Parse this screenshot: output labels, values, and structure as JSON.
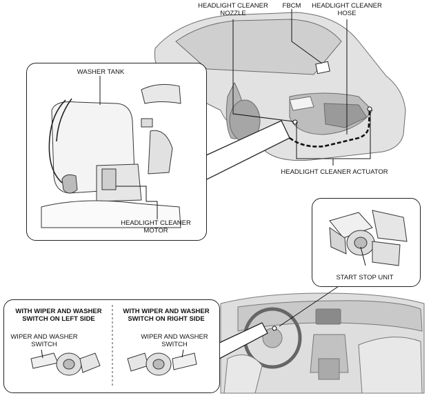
{
  "labels": {
    "nozzle_line1": "HEADLIGHT CLEANER",
    "nozzle_line2": "NOZZLE",
    "fbcm": "FBCM",
    "hose_line1": "HEADLIGHT CLEANER",
    "hose_line2": "HOSE",
    "washer_tank": "WASHER TANK",
    "actuator": "HEADLIGHT CLEANER ACTUATOR",
    "motor_line1": "HEADLIGHT CLEANER",
    "motor_line2": "MOTOR",
    "start_stop_unit": "START STOP UNIT"
  },
  "switch_panel": {
    "left": {
      "heading_line1": "WITH WIPER AND WASHER",
      "heading_line2": "SWITCH ON LEFT SIDE",
      "switch_line1": "WIPER AND WASHER",
      "switch_line2": "SWITCH"
    },
    "right": {
      "heading_line1": "WITH WIPER AND WASHER",
      "heading_line2": "SWITCH ON RIGHT SIDE",
      "switch_line1": "WIPER AND WASHER",
      "switch_line2": "SWITCH"
    }
  }
}
